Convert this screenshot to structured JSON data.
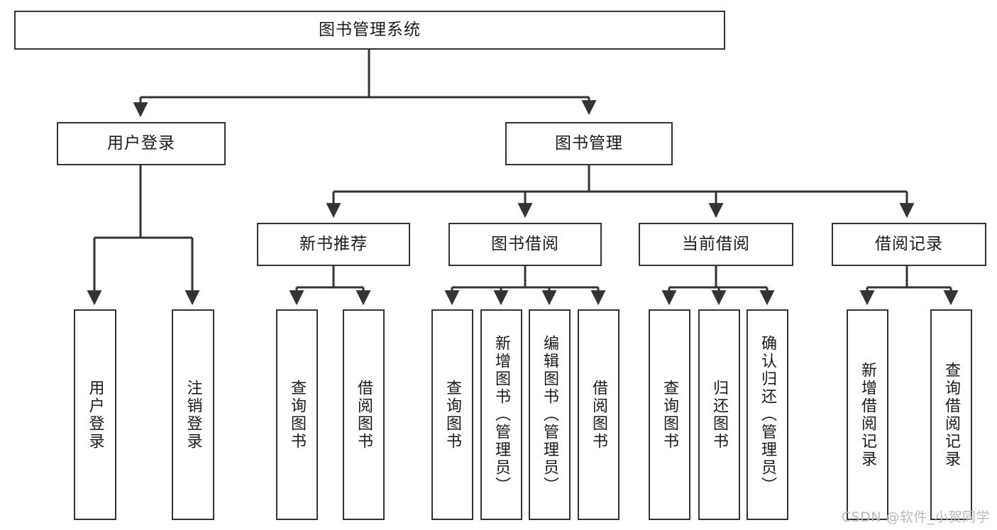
{
  "diagram": {
    "type": "tree",
    "title": "图书管理系统",
    "watermark": "CSDN @软件_小贺同学",
    "colors": {
      "box_border": "#333333",
      "box_fill": "#ffffff",
      "connector": "#333333",
      "text": "#1a1a1a",
      "watermark": "#b9b9b9"
    },
    "root": {
      "label": "图书管理系统"
    },
    "level2": [
      {
        "label": "用户登录"
      },
      {
        "label": "图书管理"
      }
    ],
    "level3": [
      {
        "label": "新书推荐"
      },
      {
        "label": "图书借阅"
      },
      {
        "label": "当前借阅"
      },
      {
        "label": "借阅记录"
      }
    ],
    "leaves": {
      "user_login": [
        {
          "label": "用户登录"
        },
        {
          "label": "注销登录"
        }
      ],
      "new_book_recommend": [
        {
          "label": "查询图书"
        },
        {
          "label": "借阅图书"
        }
      ],
      "book_borrow": [
        {
          "label": "查询图书"
        },
        {
          "label": "新增图书（管理员）"
        },
        {
          "label": "编辑图书（管理员）"
        },
        {
          "label": "借阅图书"
        }
      ],
      "current_borrow": [
        {
          "label": "查询图书"
        },
        {
          "label": "归还图书"
        },
        {
          "label": "确认归还（管理员）"
        }
      ],
      "borrow_record": [
        {
          "label": "新增借阅记录"
        },
        {
          "label": "查询借阅记录"
        }
      ]
    }
  }
}
